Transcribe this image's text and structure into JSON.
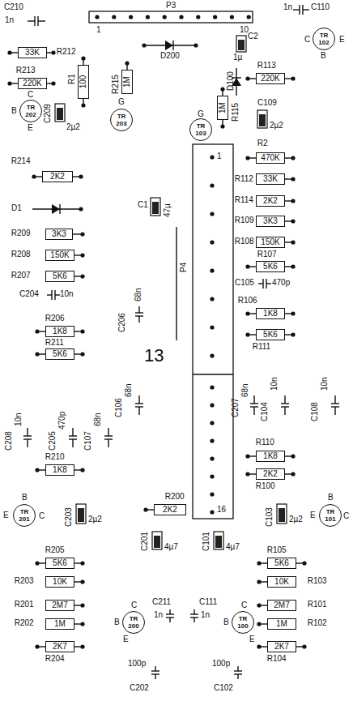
{
  "diagram": {
    "nodes": [
      {
        "text": [
          "33K",
          "R212"
        ]
      },
      {
        "text": [
          "220K",
          "R213"
        ]
      },
      {
        "text": [
          "TR 202"
        ]
      },
      {
        "text": [
          "100",
          "R1"
        ]
      },
      {
        "text": [
          "1M",
          "R215"
        ]
      },
      {
        "text": [
          "TR 203"
        ]
      },
      {
        "text": [
          "TR 102"
        ]
      },
      {
        "text": [
          "220K",
          "R113"
        ]
      },
      {
        "text": [
          "TR 103"
        ]
      },
      {
        "text": [
          "1M",
          "R115"
        ]
      },
      {
        "text": [
          "470K",
          "R2"
        ]
      },
      {
        "text": [
          "2K2",
          "R214"
        ]
      },
      {
        "text": [
          "33K",
          "R112"
        ]
      },
      {
        "text": [
          "2K2",
          "R114"
        ]
      },
      {
        "text": [
          "3K3",
          "R209"
        ]
      },
      {
        "text": [
          "3K3",
          "R109"
        ]
      },
      {
        "text": [
          "150K",
          "R208"
        ]
      },
      {
        "text": [
          "150K",
          "R108"
        ]
      },
      {
        "text": [
          "5K6",
          "R207"
        ]
      },
      {
        "text": [
          "5K6",
          "R107"
        ]
      },
      {
        "text": [
          "1K8",
          "R206"
        ]
      },
      {
        "text": [
          "1K8",
          "R106"
        ]
      },
      {
        "text": [
          "5K6",
          "R211"
        ]
      },
      {
        "text": [
          "5K6",
          "R111"
        ]
      },
      {
        "text": [
          "1K8",
          "R210"
        ]
      },
      {
        "text": [
          "1K8",
          "R110"
        ]
      },
      {
        "text": [
          "2K2",
          "R100"
        ]
      },
      {
        "text": [
          "TR 201"
        ]
      },
      {
        "text": [
          "TR 101"
        ]
      },
      {
        "text": [
          "2K2",
          "R200"
        ]
      },
      {
        "text": [
          "5K6",
          "R205"
        ]
      },
      {
        "text": [
          "5K6",
          "R105"
        ]
      },
      {
        "text": [
          "10K",
          "R203"
        ]
      },
      {
        "text": [
          "10K",
          "R103"
        ]
      },
      {
        "text": [
          "2M7",
          "R201"
        ]
      },
      {
        "text": [
          "2M7",
          "R101"
        ]
      },
      {
        "text": [
          "1M",
          "R202"
        ]
      },
      {
        "text": [
          "1M",
          "R102"
        ]
      },
      {
        "text": [
          "TR 200"
        ]
      },
      {
        "text": [
          "TR 100"
        ]
      },
      {
        "text": [
          "2K7",
          "R204"
        ]
      },
      {
        "text": [
          "2K7",
          "R104"
        ]
      }
    ],
    "labels": [
      "C210",
      "1n",
      "P3",
      "1",
      "10",
      "D200",
      "C2",
      "1µ",
      "1n",
      "C110",
      "C",
      "E",
      "B",
      "C",
      "B",
      "E",
      "C209",
      "2µ2",
      "G",
      "D100",
      "G",
      "C109",
      "2µ2",
      "1",
      "D1",
      "C1",
      "47µ",
      "P4",
      "C206",
      "68n",
      "C204",
      "10n",
      "C105",
      "470p",
      "13",
      "C106",
      "68n",
      "C207",
      "68n",
      "C104",
      "10n",
      "C108",
      "10n",
      "C208",
      "10n",
      "C205",
      "470p",
      "C107",
      "68n",
      "16",
      "B",
      "E",
      "C",
      "C203",
      "2µ2",
      "B",
      "E",
      "C",
      "C103",
      "2µ2",
      "C201",
      "4µ7",
      "C101",
      "4µ7",
      "C",
      "B",
      "E",
      "C211",
      "1n",
      "C",
      "B",
      "E",
      "C111",
      "1n",
      "100p",
      "C202",
      "100p",
      "C102"
    ]
  }
}
